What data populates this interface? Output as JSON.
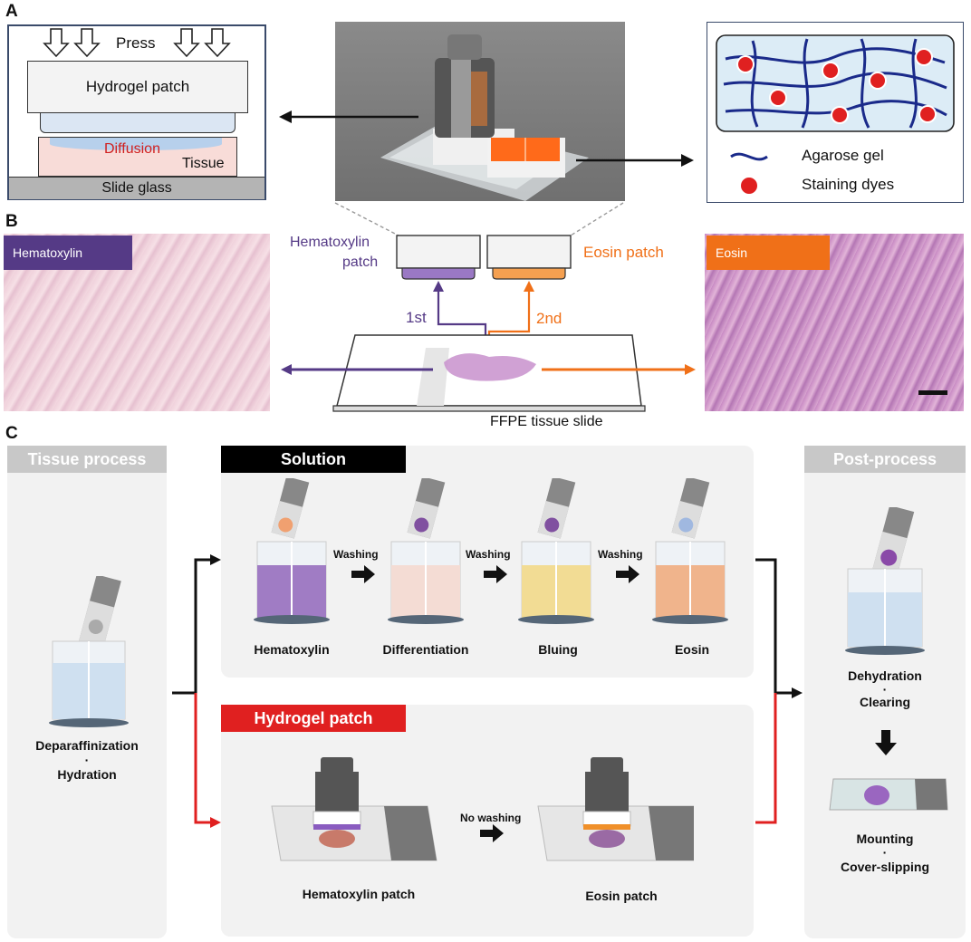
{
  "panels": {
    "a": "A",
    "b": "B",
    "c": "C"
  },
  "panel_a": {
    "press": "Press",
    "hydrogel_patch": "Hydrogel patch",
    "diffusion": "Diffusion",
    "tissue": "Tissue",
    "slide_glass": "Slide glass",
    "legend_agarose": "Agarose gel",
    "legend_dyes": "Staining dyes"
  },
  "panel_b": {
    "hematoxylin_tag": "Hematoxylin",
    "eosin_tag": "Eosin",
    "hematoxylin_patch_line1": "Hematoxylin",
    "hematoxylin_patch_line2": "patch",
    "eosin_patch": "Eosin patch",
    "first": "1st",
    "second": "2nd",
    "slide_label": "FFPE tissue slide"
  },
  "panel_c": {
    "tissue_process": "Tissue process",
    "solution": "Solution",
    "hydrogel_patch": "Hydrogel patch",
    "post_process": "Post-process",
    "deparaffinization": "Deparaffinization",
    "dot": "·",
    "hydration": "Hydration",
    "washing": "Washing",
    "no_washing": "No washing",
    "hematoxylin": "Hematoxylin",
    "differentiation": "Differentiation",
    "bluing": "Bluing",
    "eosin": "Eosin",
    "hematoxylin_patch": "Hematoxylin patch",
    "eosin_patch": "Eosin patch",
    "dehydration": "Dehydration",
    "clearing": "Clearing",
    "mounting": "Mounting",
    "cover_slipping": "Cover-slipping"
  },
  "colors": {
    "hematoxylin_purple": "#553a86",
    "eosin_orange": "#f07018",
    "red": "#e02020",
    "header_gray": "#c8c8c8",
    "box_gray": "#f2f2f2"
  }
}
